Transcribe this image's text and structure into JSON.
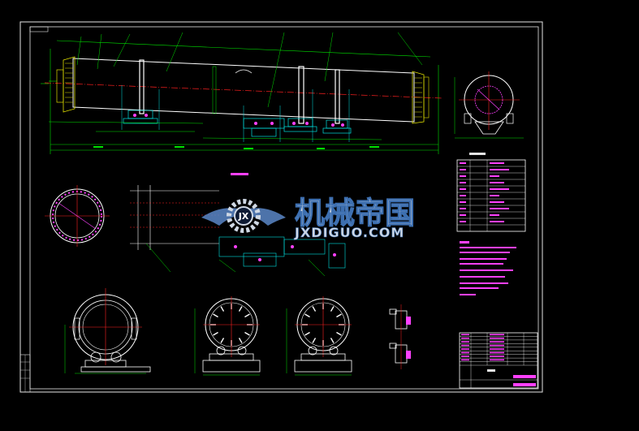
{
  "drawing": {
    "background": "#000000",
    "colors": {
      "frame": "#e6e6e6",
      "green": "#00e000",
      "cyan": "#00e0e0",
      "magenta": "#ff40ff",
      "red": "#ff2020",
      "yellow": "#e0e000",
      "white": "#ffffff",
      "blue": "#3050ff"
    }
  },
  "views": {
    "main": {
      "label": ""
    },
    "end_view": {
      "label": ""
    },
    "section_a": {
      "label": ""
    },
    "tyre_view": {
      "label": ""
    },
    "section_b": {
      "label": ""
    },
    "section_c": {
      "label": ""
    },
    "detail": {
      "label": ""
    }
  },
  "tables": {
    "parts_list_rows": 11,
    "title_block_rows": 9
  },
  "watermark": {
    "brand_cn": "机械帝国",
    "brand_url": "JXDIGUO.COM",
    "icon": "gear-wings-logo-icon"
  }
}
